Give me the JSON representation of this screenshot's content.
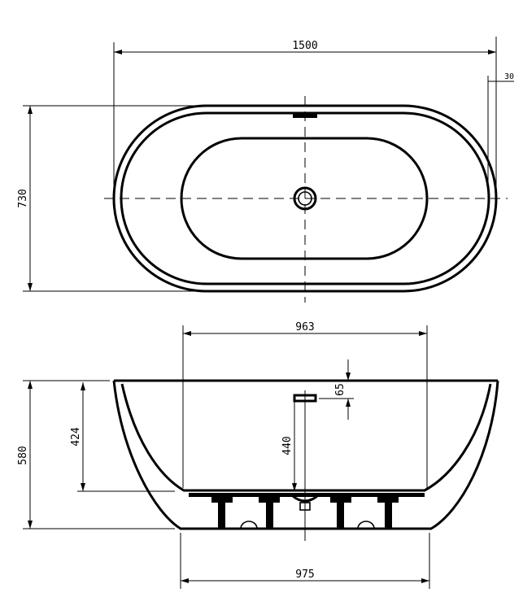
{
  "title": "Freestanding bathtub dimension drawing",
  "top_view": {
    "length": "1500",
    "width": "730",
    "rim_offset": "30"
  },
  "side_view": {
    "inner_length": "963",
    "overflow_depth": "65",
    "height_to_overflow": "424",
    "inner_depth": "440",
    "total_height": "580",
    "base_length": "975"
  }
}
